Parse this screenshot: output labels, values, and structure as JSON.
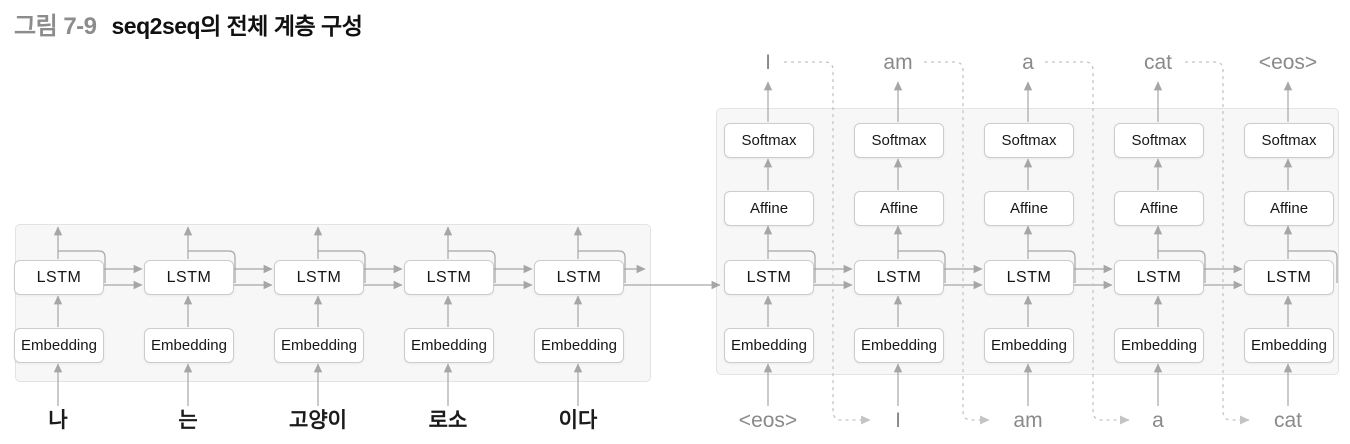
{
  "title": {
    "figure_label": "그림 7-9",
    "text": "seq2seq의 전체 계층 구성"
  },
  "encoder": {
    "box_labels": [
      "Embedding",
      "LSTM"
    ],
    "columns": [
      {
        "input": "나"
      },
      {
        "input": "는"
      },
      {
        "input": "고양이"
      },
      {
        "input": "로소"
      },
      {
        "input": "이다"
      }
    ]
  },
  "decoder": {
    "box_labels": [
      "Embedding",
      "LSTM",
      "Affine",
      "Softmax"
    ],
    "columns": [
      {
        "input": "<eos>",
        "output": "I"
      },
      {
        "input": "I",
        "output": "am"
      },
      {
        "input": "am",
        "output": "a"
      },
      {
        "input": "a",
        "output": "cat"
      },
      {
        "input": "cat",
        "output": "<eos>"
      }
    ]
  },
  "colors": {
    "solid_arrow": "#a6a6a6",
    "dashed_arrow": "#c4c4c4",
    "region_fill": "#f7f7f7",
    "region_border": "#e3e3e3",
    "box_fill": "#ffffff",
    "box_border": "#cccccc",
    "gray_label": "#8a8a8a",
    "title_label": "#8c8c8c"
  }
}
